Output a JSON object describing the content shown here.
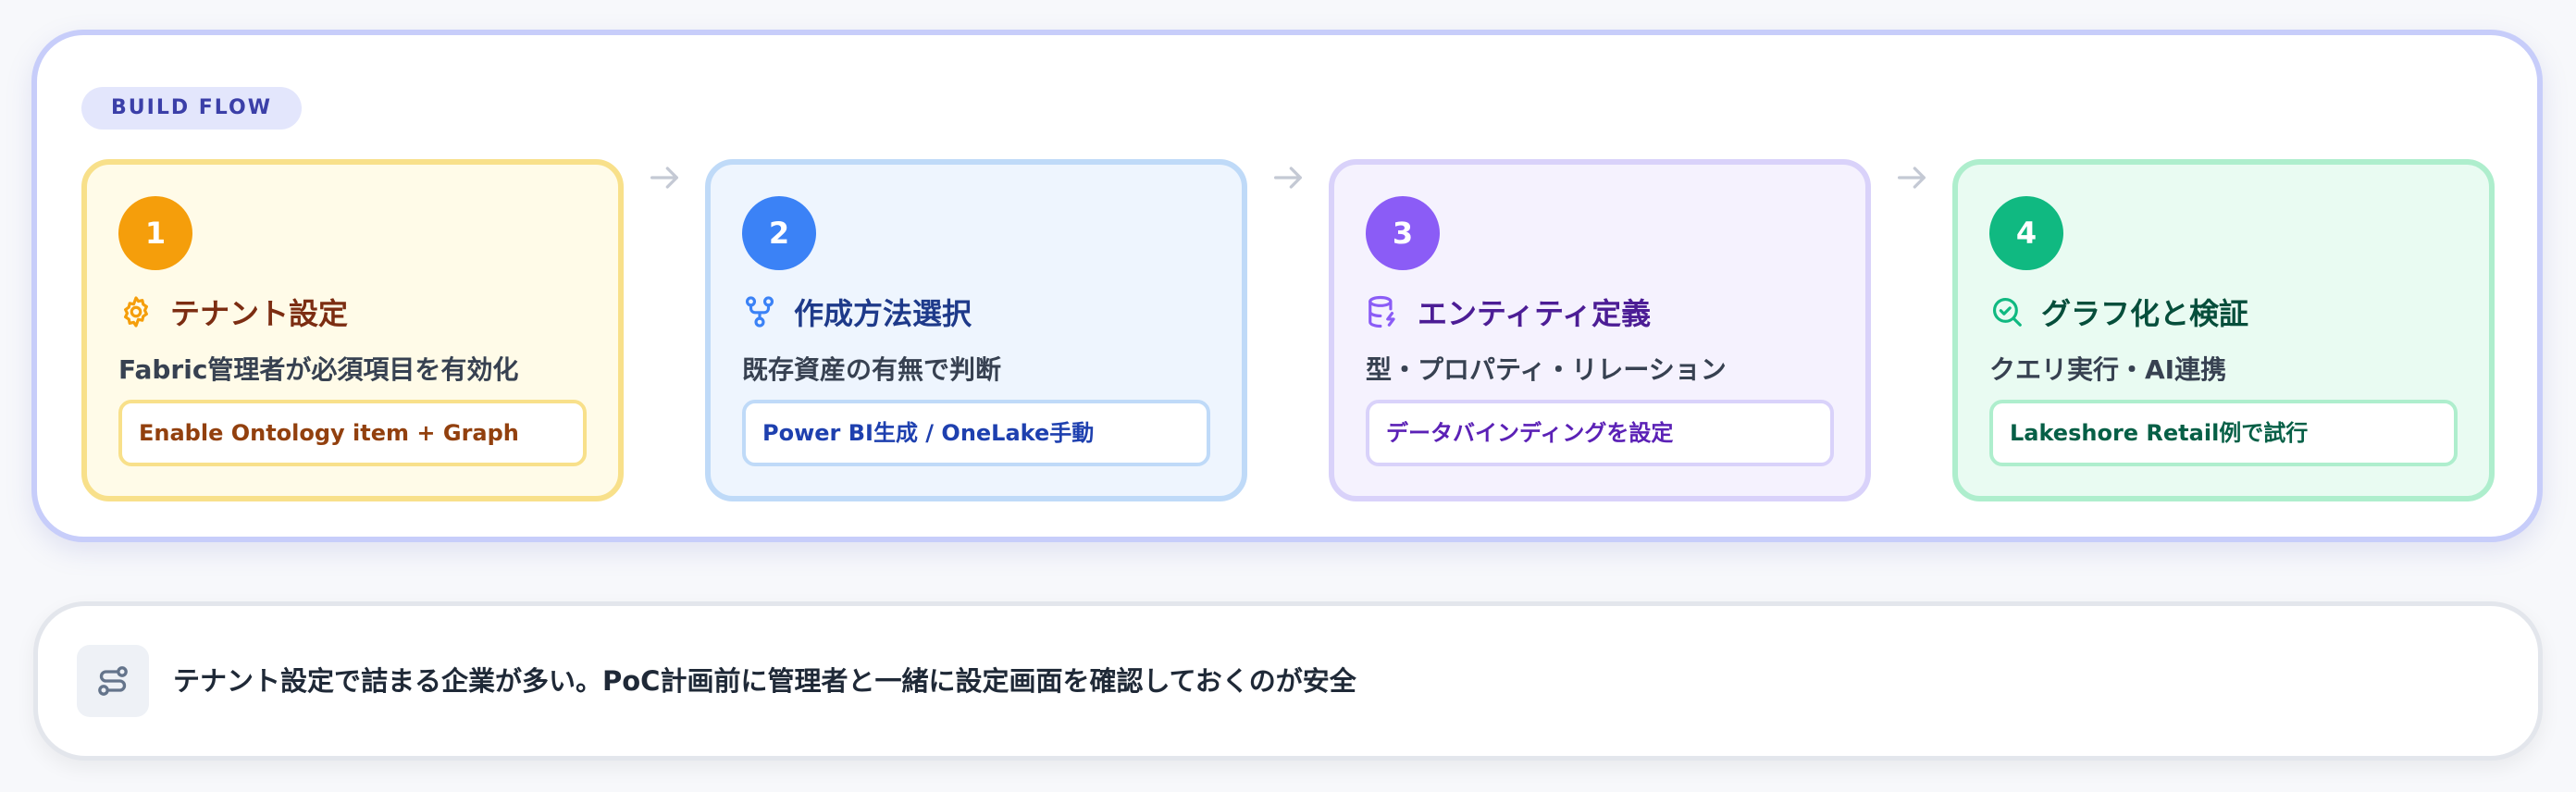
{
  "flow": {
    "label": "BUILD FLOW",
    "steps": [
      {
        "number": "1",
        "icon": "gear-icon",
        "title": "テナント設定",
        "description": "Fabric管理者が必須項目を有効化",
        "tag": "Enable Ontology item + Graph",
        "accent": "#f59e0b"
      },
      {
        "number": "2",
        "icon": "git-branch-icon",
        "title": "作成方法選択",
        "description": "既存資産の有無で判断",
        "tag": "Power BI生成 / OneLake手動",
        "accent": "#3b82f6"
      },
      {
        "number": "3",
        "icon": "database-icon",
        "title": "エンティティ定義",
        "description": "型・プロパティ・リレーション",
        "tag": "データバインディングを設定",
        "accent": "#8b5cf6"
      },
      {
        "number": "4",
        "icon": "search-check-icon",
        "title": "グラフ化と検証",
        "description": "クエリ実行・AI連携",
        "tag": "Lakeshore Retail例で試行",
        "accent": "#10b981"
      }
    ]
  },
  "note": {
    "icon": "route-icon",
    "text": "テナント設定で詰まる企業が多い。PoC計画前に管理者と一緒に設定画面を確認しておくのが安全"
  }
}
